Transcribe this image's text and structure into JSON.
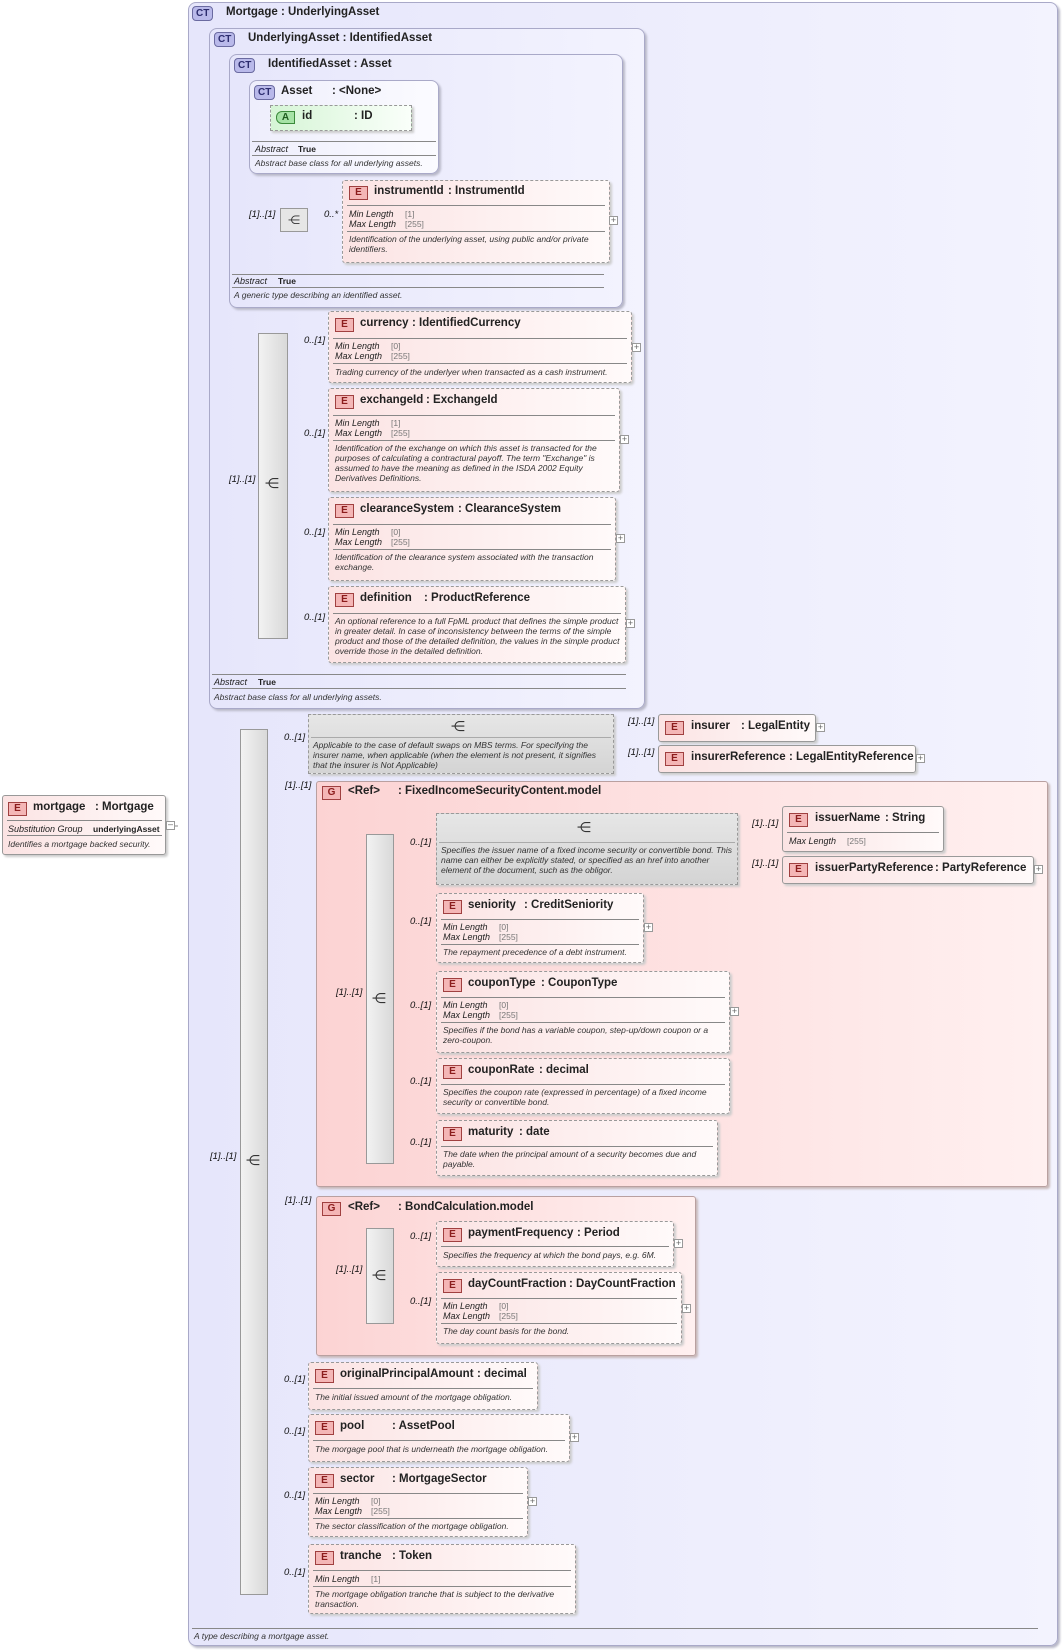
{
  "root": {
    "badge": "E",
    "name": "mortgage",
    "type": ": Mortgage",
    "substitution_label": "Substitution Group",
    "substitution_value": "underlyingAsset",
    "doc": "Identifies a mortgage backed security."
  },
  "outer": {
    "badge": "CT",
    "title": "Mortgage : UnderlyingAsset",
    "doc": "A type describing a mortgage asset."
  },
  "underlying": {
    "badge": "CT",
    "title": "UnderlyingAsset : IdentifiedAsset",
    "abstract_label": "Abstract",
    "abstract_value": "True",
    "doc": "Abstract base class for all underlying assets."
  },
  "identified": {
    "badge": "CT",
    "title": "IdentifiedAsset : Asset",
    "abstract_label": "Abstract",
    "abstract_value": "True",
    "doc": "A generic type describing an identified asset."
  },
  "asset": {
    "badge": "CT",
    "name": "Asset",
    "type": ": <None>",
    "attr_badge": "A",
    "attr_name": "id",
    "attr_type": ": ID",
    "abstract_label": "Abstract",
    "abstract_value": "True",
    "doc": "Abstract base class for all underlying assets."
  },
  "labels": {
    "min_length": "Min Length",
    "max_length": "Max Length",
    "e_badge": "E",
    "g_badge": "G"
  },
  "instrumentId": {
    "card_seq": "[1]..[1]",
    "card": "0..*",
    "name": "instrumentId",
    "type": ": InstrumentId",
    "min": "[1]",
    "max": "[255]",
    "doc": "Identification of the underlying asset, using public and/or private identifiers."
  },
  "ua_seq_card": "[1]..[1]",
  "currency": {
    "card": "0..[1]",
    "name": "currency",
    "type": ": IdentifiedCurrency",
    "min": "[0]",
    "max": "[255]",
    "doc": "Trading currency of the underlyer when transacted as a cash instrument."
  },
  "exchangeId": {
    "card": "0..[1]",
    "name": "exchangeId",
    "type": ": ExchangeId",
    "min": "[1]",
    "max": "[255]",
    "doc": "Identification of the exchange on which this asset is transacted for the purposes of calculating a contractural payoff. The term \"Exchange\" is assumed to have the meaning as defined in the ISDA 2002 Equity Derivatives Definitions."
  },
  "clearanceSystem": {
    "card": "0..[1]",
    "name": "clearanceSystem",
    "type": ": ClearanceSystem",
    "min": "[0]",
    "max": "[255]",
    "doc": "Identification of the clearance system associated with the transaction exchange."
  },
  "definition": {
    "card": "0..[1]",
    "name": "definition",
    "type": ": ProductReference",
    "doc": "An optional reference to a full FpML product that defines the simple product in greater detail. In case of inconsistency between the terms of the simple product and those of the detailed definition, the values in the simple product override those in the detailed definition."
  },
  "mortgage_seq_card": "[1]..[1]",
  "insurer_choice": {
    "card": "0..[1]",
    "doc": "Applicable to the case of default swaps on MBS terms. For specifying the insurer name, when applicable (when the element is not present, it signifies that the insurer is Not Applicable)",
    "insurer_card": "[1]..[1]",
    "insurer_name": "insurer",
    "insurer_type": ": LegalEntity",
    "insurerRef_card": "[1]..[1]",
    "insurerRef_name": "insurerReference",
    "insurerRef_type": ": LegalEntityReference"
  },
  "fixed_group": {
    "card": "[1]..[1]",
    "ref": "<Ref>",
    "name": ": FixedIncomeSecurityContent.model",
    "seq_card": "[1]..[1]",
    "issuer_choice_card": "0..[1]",
    "issuer_choice_doc": "Specifies the issuer name of a fixed income security or convertible bond. This name can either be explicitly stated, or specified as an href into another element of the document, such as the obligor.",
    "issuerName_card": "[1]..[1]",
    "issuerName_name": "issuerName",
    "issuerName_type": ": String",
    "issuerName_max": "[255]",
    "issuerParty_card": "[1]..[1]",
    "issuerParty_name": "issuerPartyReference",
    "issuerParty_type": ": PartyReference",
    "seniority_card": "0..[1]",
    "seniority_name": "seniority",
    "seniority_type": ": CreditSeniority",
    "seniority_min": "[0]",
    "seniority_max": "[255]",
    "seniority_doc": "The repayment precedence of a debt instrument.",
    "couponType_card": "0..[1]",
    "couponType_name": "couponType",
    "couponType_type": ": CouponType",
    "couponType_min": "[0]",
    "couponType_max": "[255]",
    "couponType_doc": "Specifies if the bond has a variable coupon, step-up/down coupon or a zero-coupon.",
    "couponRate_card": "0..[1]",
    "couponRate_name": "couponRate",
    "couponRate_type": ": decimal",
    "couponRate_doc": "Specifies the coupon rate (expressed in percentage) of a fixed income security or convertible bond.",
    "maturity_card": "0..[1]",
    "maturity_name": "maturity",
    "maturity_type": ": date",
    "maturity_doc": "The date when the principal amount of a security becomes due and payable."
  },
  "bond_group": {
    "card": "[1]..[1]",
    "ref": "<Ref>",
    "name": ": BondCalculation.model",
    "seq_card": "[1]..[1]",
    "payFreq_card": "0..[1]",
    "payFreq_name": "paymentFrequency",
    "payFreq_type": ": Period",
    "payFreq_doc": "Specifies the frequency at which the bond pays, e.g. 6M.",
    "dayCount_card": "0..[1]",
    "dayCount_name": "dayCountFraction",
    "dayCount_type": ": DayCountFraction",
    "dayCount_min": "[0]",
    "dayCount_max": "[255]",
    "dayCount_doc": "The day count basis for the bond."
  },
  "originalPrincipalAmount": {
    "card": "0..[1]",
    "name": "originalPrincipalAmount",
    "type": ": decimal",
    "doc": "The initial issued amount of the mortgage obligation."
  },
  "pool": {
    "card": "0..[1]",
    "name": "pool",
    "type": ": AssetPool",
    "doc": "The morgage pool that is underneath the mortgage obligation."
  },
  "sector": {
    "card": "0..[1]",
    "name": "sector",
    "type": ": MortgageSector",
    "min": "[0]",
    "max": "[255]",
    "doc": "The sector classification of the mortgage obligation."
  },
  "tranche": {
    "card": "0..[1]",
    "name": "tranche",
    "type": ": Token",
    "min": "[1]",
    "doc": "The mortgage obligation tranche that is subject to the derivative transaction."
  }
}
